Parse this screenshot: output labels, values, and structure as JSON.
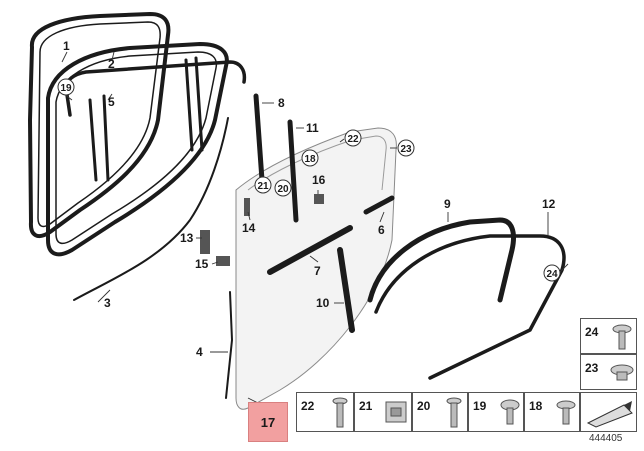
{
  "diagram": {
    "callouts": [
      {
        "id": "1",
        "label": "1"
      },
      {
        "id": "2",
        "label": "2"
      },
      {
        "id": "3",
        "label": "3"
      },
      {
        "id": "4",
        "label": "4"
      },
      {
        "id": "5",
        "label": "5"
      },
      {
        "id": "6",
        "label": "6"
      },
      {
        "id": "7",
        "label": "7"
      },
      {
        "id": "8",
        "label": "8"
      },
      {
        "id": "9",
        "label": "9"
      },
      {
        "id": "10",
        "label": "10"
      },
      {
        "id": "11",
        "label": "11"
      },
      {
        "id": "12",
        "label": "12"
      },
      {
        "id": "13",
        "label": "13"
      },
      {
        "id": "14",
        "label": "14"
      },
      {
        "id": "15",
        "label": "15"
      },
      {
        "id": "16",
        "label": "16"
      }
    ],
    "circled_callouts": [
      {
        "id": "19",
        "label": "19"
      },
      {
        "id": "18",
        "label": "18"
      },
      {
        "id": "21",
        "label": "21"
      },
      {
        "id": "20",
        "label": "20"
      },
      {
        "id": "22",
        "label": "22"
      },
      {
        "id": "23",
        "label": "23"
      },
      {
        "id": "24",
        "label": "24"
      }
    ],
    "highlighted_part": "17",
    "fastener_grid": {
      "right_column": [
        "24",
        "23"
      ],
      "bottom_row": [
        "22",
        "21",
        "20",
        "19",
        "18"
      ]
    },
    "diagram_number": "444405"
  }
}
